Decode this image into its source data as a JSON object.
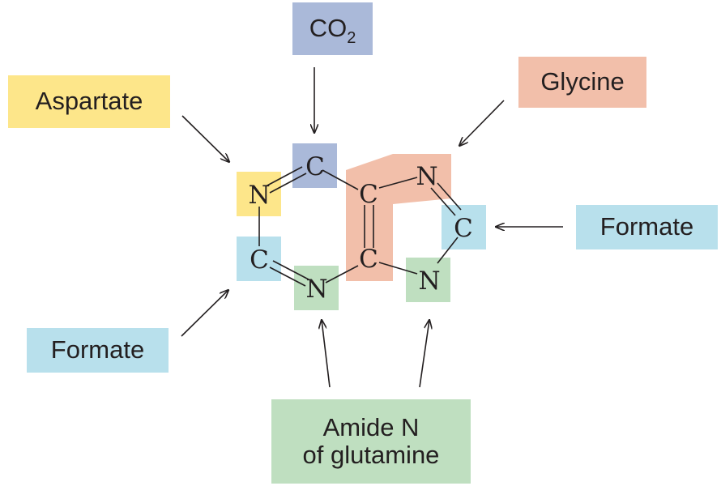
{
  "colors": {
    "co2": "#aab9d9",
    "aspartate": "#fde68a",
    "glycine": "#f2bfaa",
    "formate": "#b8e0ec",
    "glutamine": "#bfdfc0",
    "arrow": "#231f20"
  },
  "labels": {
    "co2_prefix": "CO",
    "co2_subscript": "2",
    "aspartate": "Aspartate",
    "glycine": "Glycine",
    "formate_right": "Formate",
    "formate_left": "Formate",
    "glutamine_line1": "Amide N",
    "glutamine_line2": "of glutamine"
  },
  "atoms": {
    "n1": "N",
    "c2": "C",
    "n3": "N",
    "c4": "C",
    "c5": "C",
    "c6": "C",
    "n7": "N",
    "c8": "C",
    "n9": "N"
  }
}
